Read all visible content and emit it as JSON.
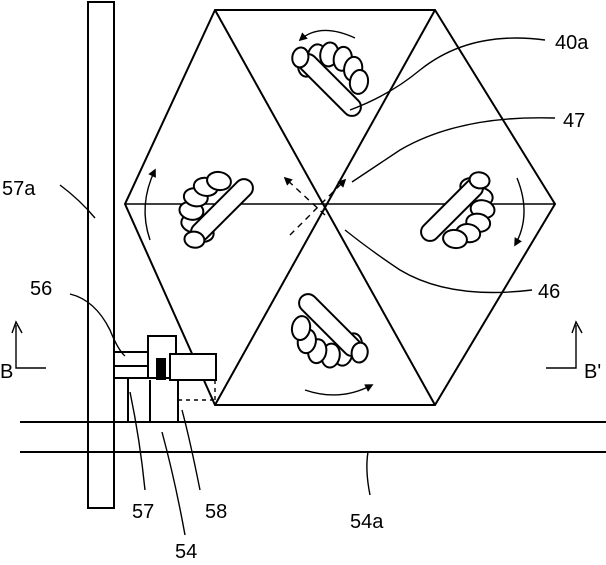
{
  "labels": {
    "l40a": "40a",
    "l47": "47",
    "l57a": "57a",
    "l46": "46",
    "l56": "56",
    "lB": "B",
    "lBp": "B'",
    "l57": "57",
    "l58": "58",
    "l54a": "54a",
    "l54": "54"
  }
}
